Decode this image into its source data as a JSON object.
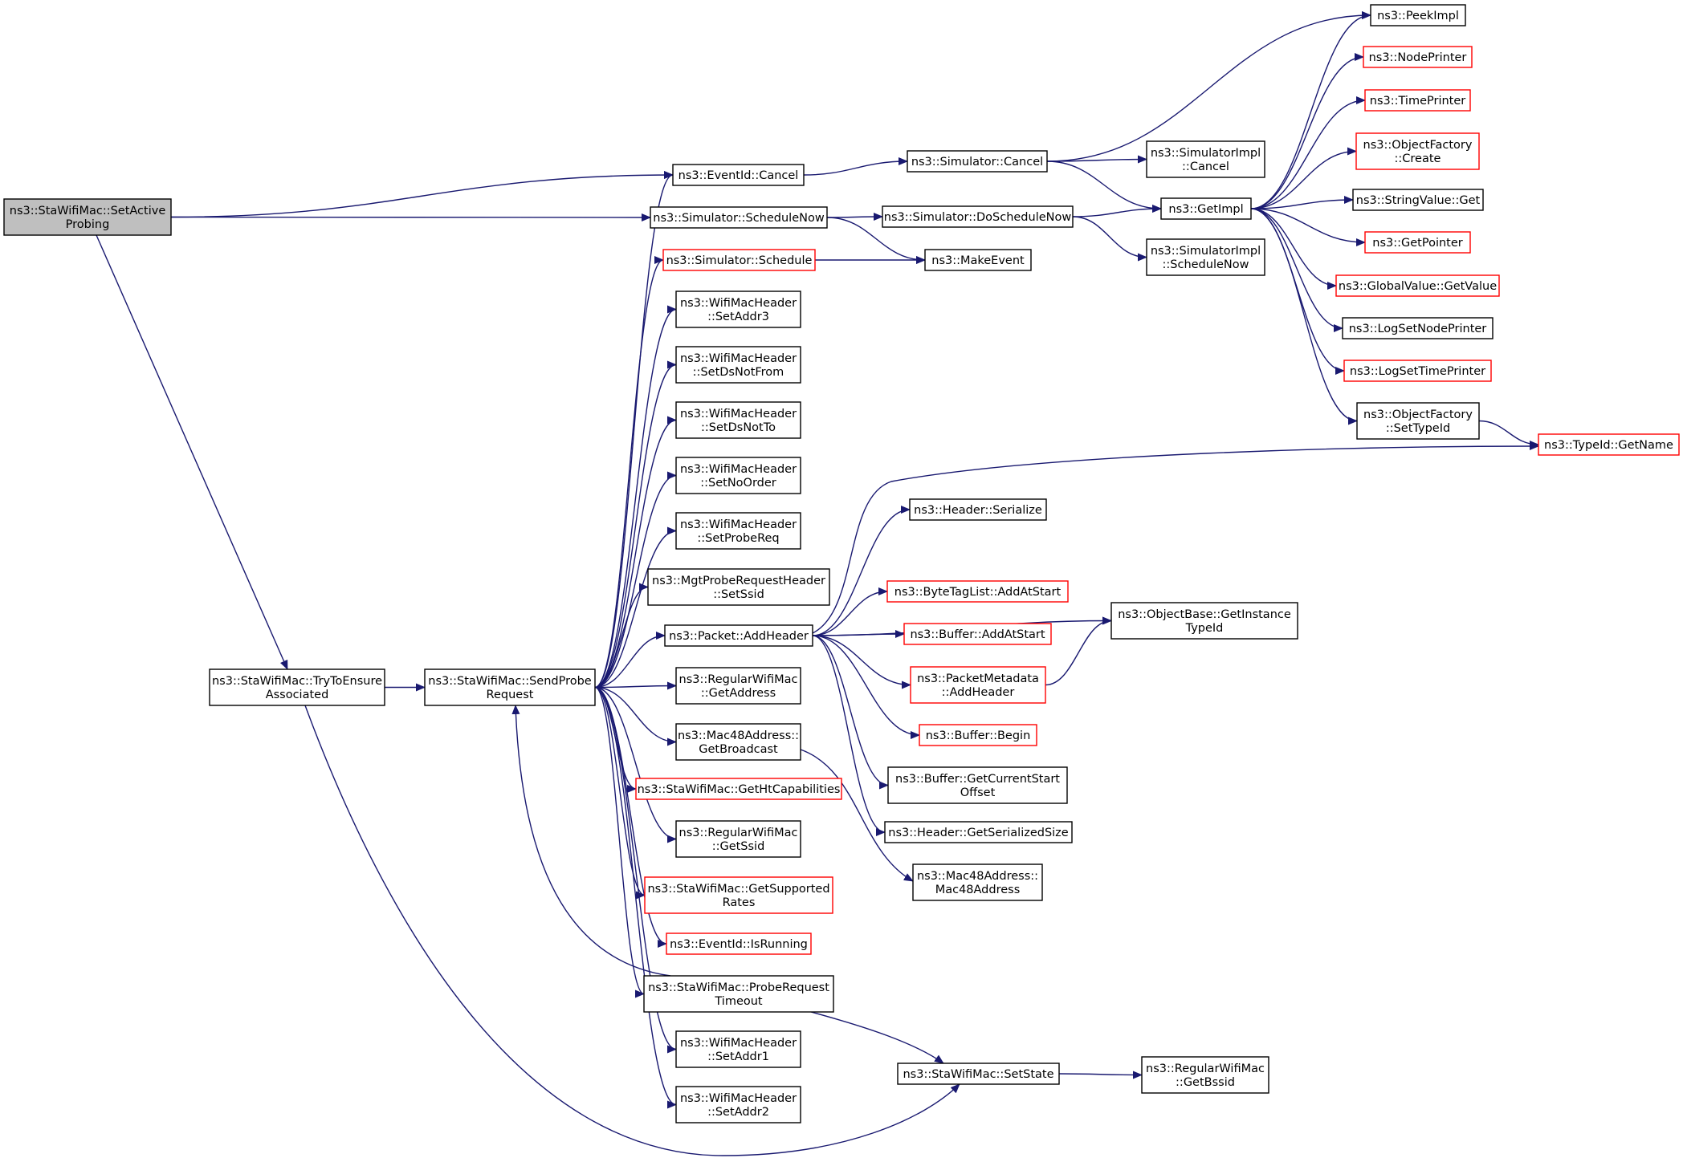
{
  "colors": {
    "edge": "#191970",
    "node_border_normal": "#000000",
    "node_border_truncated": "#ff0000",
    "root_fill": "#bfbfbf",
    "node_fill": "#ffffff"
  },
  "nodes": {
    "setActiveProbing": {
      "lines": [
        "ns3::StaWifiMac::SetActive",
        "Probing"
      ],
      "style": "root"
    },
    "tryToEnsure": {
      "lines": [
        "ns3::StaWifiMac::TryToEnsure",
        "Associated"
      ],
      "style": "normal"
    },
    "sendProbe": {
      "lines": [
        "ns3::StaWifiMac::SendProbe",
        "Request"
      ],
      "style": "normal"
    },
    "eventCancel": {
      "lines": [
        "ns3::EventId::Cancel"
      ],
      "style": "normal"
    },
    "simScheduleNow": {
      "lines": [
        "ns3::Simulator::ScheduleNow"
      ],
      "style": "normal"
    },
    "simSchedule": {
      "lines": [
        "ns3::Simulator::Schedule"
      ],
      "style": "truncated"
    },
    "setAddr3": {
      "lines": [
        "ns3::WifiMacHeader",
        "::SetAddr3"
      ],
      "style": "normal"
    },
    "setDsNotFrom": {
      "lines": [
        "ns3::WifiMacHeader",
        "::SetDsNotFrom"
      ],
      "style": "normal"
    },
    "setDsNotTo": {
      "lines": [
        "ns3::WifiMacHeader",
        "::SetDsNotTo"
      ],
      "style": "normal"
    },
    "setNoOrder": {
      "lines": [
        "ns3::WifiMacHeader",
        "::SetNoOrder"
      ],
      "style": "normal"
    },
    "setProbeReq": {
      "lines": [
        "ns3::WifiMacHeader",
        "::SetProbeReq"
      ],
      "style": "normal"
    },
    "mgtSetSsid": {
      "lines": [
        "ns3::MgtProbeRequestHeader",
        "::SetSsid"
      ],
      "style": "normal"
    },
    "packetAddHeader": {
      "lines": [
        "ns3::Packet::AddHeader"
      ],
      "style": "normal"
    },
    "regGetAddress": {
      "lines": [
        "ns3::RegularWifiMac",
        "::GetAddress"
      ],
      "style": "normal"
    },
    "macGetBroadcast": {
      "lines": [
        "ns3::Mac48Address::",
        "GetBroadcast"
      ],
      "style": "normal"
    },
    "getHtCap": {
      "lines": [
        "ns3::StaWifiMac::GetHtCapabilities"
      ],
      "style": "truncated"
    },
    "regGetSsid": {
      "lines": [
        "ns3::RegularWifiMac",
        "::GetSsid"
      ],
      "style": "normal"
    },
    "getSupportedRates": {
      "lines": [
        "ns3::StaWifiMac::GetSupported",
        "Rates"
      ],
      "style": "truncated"
    },
    "eventIsRunning": {
      "lines": [
        "ns3::EventId::IsRunning"
      ],
      "style": "truncated"
    },
    "probeTimeout": {
      "lines": [
        "ns3::StaWifiMac::ProbeRequest",
        "Timeout"
      ],
      "style": "normal"
    },
    "setAddr1": {
      "lines": [
        "ns3::WifiMacHeader",
        "::SetAddr1"
      ],
      "style": "normal"
    },
    "setAddr2": {
      "lines": [
        "ns3::WifiMacHeader",
        "::SetAddr2"
      ],
      "style": "normal"
    },
    "simCancel": {
      "lines": [
        "ns3::Simulator::Cancel"
      ],
      "style": "normal"
    },
    "simDoScheduleNow": {
      "lines": [
        "ns3::Simulator::DoScheduleNow"
      ],
      "style": "normal"
    },
    "makeEvent": {
      "lines": [
        "ns3::MakeEvent"
      ],
      "style": "normal"
    },
    "headerSerialize": {
      "lines": [
        "ns3::Header::Serialize"
      ],
      "style": "normal"
    },
    "byteTagAdd": {
      "lines": [
        "ns3::ByteTagList::AddAtStart"
      ],
      "style": "truncated"
    },
    "bufferAddAtStart": {
      "lines": [
        "ns3::Buffer::AddAtStart"
      ],
      "style": "truncated"
    },
    "pktMetaAddHeader": {
      "lines": [
        "ns3::PacketMetadata",
        "::AddHeader"
      ],
      "style": "truncated"
    },
    "bufferBegin": {
      "lines": [
        "ns3::Buffer::Begin"
      ],
      "style": "truncated"
    },
    "bufferCurStart": {
      "lines": [
        "ns3::Buffer::GetCurrentStart",
        "Offset"
      ],
      "style": "normal"
    },
    "headerSerSize": {
      "lines": [
        "ns3::Header::GetSerializedSize"
      ],
      "style": "normal"
    },
    "mac48Ctor": {
      "lines": [
        "ns3::Mac48Address::",
        "Mac48Address"
      ],
      "style": "normal"
    },
    "setState": {
      "lines": [
        "ns3::StaWifiMac::SetState"
      ],
      "style": "normal"
    },
    "simImplCancel": {
      "lines": [
        "ns3::SimulatorImpl",
        "::Cancel"
      ],
      "style": "normal"
    },
    "getImpl": {
      "lines": [
        "ns3::GetImpl"
      ],
      "style": "normal"
    },
    "simImplScheduleNow": {
      "lines": [
        "ns3::SimulatorImpl",
        "::ScheduleNow"
      ],
      "style": "normal"
    },
    "objBaseGetInst": {
      "lines": [
        "ns3::ObjectBase::GetInstance",
        "TypeId"
      ],
      "style": "normal"
    },
    "regGetBssid": {
      "lines": [
        "ns3::RegularWifiMac",
        "::GetBssid"
      ],
      "style": "normal"
    },
    "peekImpl": {
      "lines": [
        "ns3::PeekImpl"
      ],
      "style": "normal"
    },
    "nodePrinter": {
      "lines": [
        "ns3::NodePrinter"
      ],
      "style": "truncated"
    },
    "timePrinter": {
      "lines": [
        "ns3::TimePrinter"
      ],
      "style": "truncated"
    },
    "objFactoryCreate": {
      "lines": [
        "ns3::ObjectFactory",
        "::Create"
      ],
      "style": "truncated"
    },
    "stringValueGet": {
      "lines": [
        "ns3::StringValue::Get"
      ],
      "style": "normal"
    },
    "getPointer": {
      "lines": [
        "ns3::GetPointer"
      ],
      "style": "truncated"
    },
    "globalValueGet": {
      "lines": [
        "ns3::GlobalValue::GetValue"
      ],
      "style": "truncated"
    },
    "logSetNodePrinter": {
      "lines": [
        "ns3::LogSetNodePrinter"
      ],
      "style": "normal"
    },
    "logSetTimePrinter": {
      "lines": [
        "ns3::LogSetTimePrinter"
      ],
      "style": "truncated"
    },
    "objFactorySetTypeId": {
      "lines": [
        "ns3::ObjectFactory",
        "::SetTypeId"
      ],
      "style": "normal"
    },
    "typeIdGetName": {
      "lines": [
        "ns3::TypeId::GetName"
      ],
      "style": "truncated"
    }
  },
  "edges": [
    [
      "setActiveProbing",
      "eventCancel"
    ],
    [
      "setActiveProbing",
      "simScheduleNow"
    ],
    [
      "setActiveProbing",
      "tryToEnsure"
    ],
    [
      "tryToEnsure",
      "sendProbe"
    ],
    [
      "tryToEnsure",
      "setState"
    ],
    [
      "sendProbe",
      "eventCancel"
    ],
    [
      "sendProbe",
      "simSchedule"
    ],
    [
      "sendProbe",
      "setAddr3"
    ],
    [
      "sendProbe",
      "setDsNotFrom"
    ],
    [
      "sendProbe",
      "setDsNotTo"
    ],
    [
      "sendProbe",
      "setNoOrder"
    ],
    [
      "sendProbe",
      "setProbeReq"
    ],
    [
      "sendProbe",
      "mgtSetSsid"
    ],
    [
      "sendProbe",
      "packetAddHeader"
    ],
    [
      "sendProbe",
      "regGetAddress"
    ],
    [
      "sendProbe",
      "macGetBroadcast"
    ],
    [
      "sendProbe",
      "getHtCap"
    ],
    [
      "sendProbe",
      "regGetSsid"
    ],
    [
      "sendProbe",
      "getSupportedRates"
    ],
    [
      "sendProbe",
      "eventIsRunning"
    ],
    [
      "sendProbe",
      "probeTimeout"
    ],
    [
      "sendProbe",
      "setAddr1"
    ],
    [
      "sendProbe",
      "setAddr2"
    ],
    [
      "probeTimeout",
      "sendProbe"
    ],
    [
      "probeTimeout",
      "setState"
    ],
    [
      "eventCancel",
      "simCancel"
    ],
    [
      "simScheduleNow",
      "simDoScheduleNow"
    ],
    [
      "simScheduleNow",
      "makeEvent"
    ],
    [
      "simSchedule",
      "makeEvent"
    ],
    [
      "simCancel",
      "peekImpl"
    ],
    [
      "simCancel",
      "simImplCancel"
    ],
    [
      "simCancel",
      "getImpl"
    ],
    [
      "simDoScheduleNow",
      "getImpl"
    ],
    [
      "simDoScheduleNow",
      "simImplScheduleNow"
    ],
    [
      "getImpl",
      "peekImpl"
    ],
    [
      "getImpl",
      "nodePrinter"
    ],
    [
      "getImpl",
      "timePrinter"
    ],
    [
      "getImpl",
      "objFactoryCreate"
    ],
    [
      "getImpl",
      "stringValueGet"
    ],
    [
      "getImpl",
      "getPointer"
    ],
    [
      "getImpl",
      "globalValueGet"
    ],
    [
      "getImpl",
      "logSetNodePrinter"
    ],
    [
      "getImpl",
      "logSetTimePrinter"
    ],
    [
      "getImpl",
      "objFactorySetTypeId"
    ],
    [
      "objFactorySetTypeId",
      "typeIdGetName"
    ],
    [
      "packetAddHeader",
      "typeIdGetName"
    ],
    [
      "packetAddHeader",
      "headerSerialize"
    ],
    [
      "packetAddHeader",
      "objBaseGetInst"
    ],
    [
      "packetAddHeader",
      "byteTagAdd"
    ],
    [
      "packetAddHeader",
      "bufferAddAtStart"
    ],
    [
      "packetAddHeader",
      "pktMetaAddHeader"
    ],
    [
      "packetAddHeader",
      "bufferBegin"
    ],
    [
      "packetAddHeader",
      "bufferCurStart"
    ],
    [
      "packetAddHeader",
      "headerSerSize"
    ],
    [
      "pktMetaAddHeader",
      "objBaseGetInst"
    ],
    [
      "macGetBroadcast",
      "mac48Ctor"
    ],
    [
      "setState",
      "regGetBssid"
    ]
  ]
}
